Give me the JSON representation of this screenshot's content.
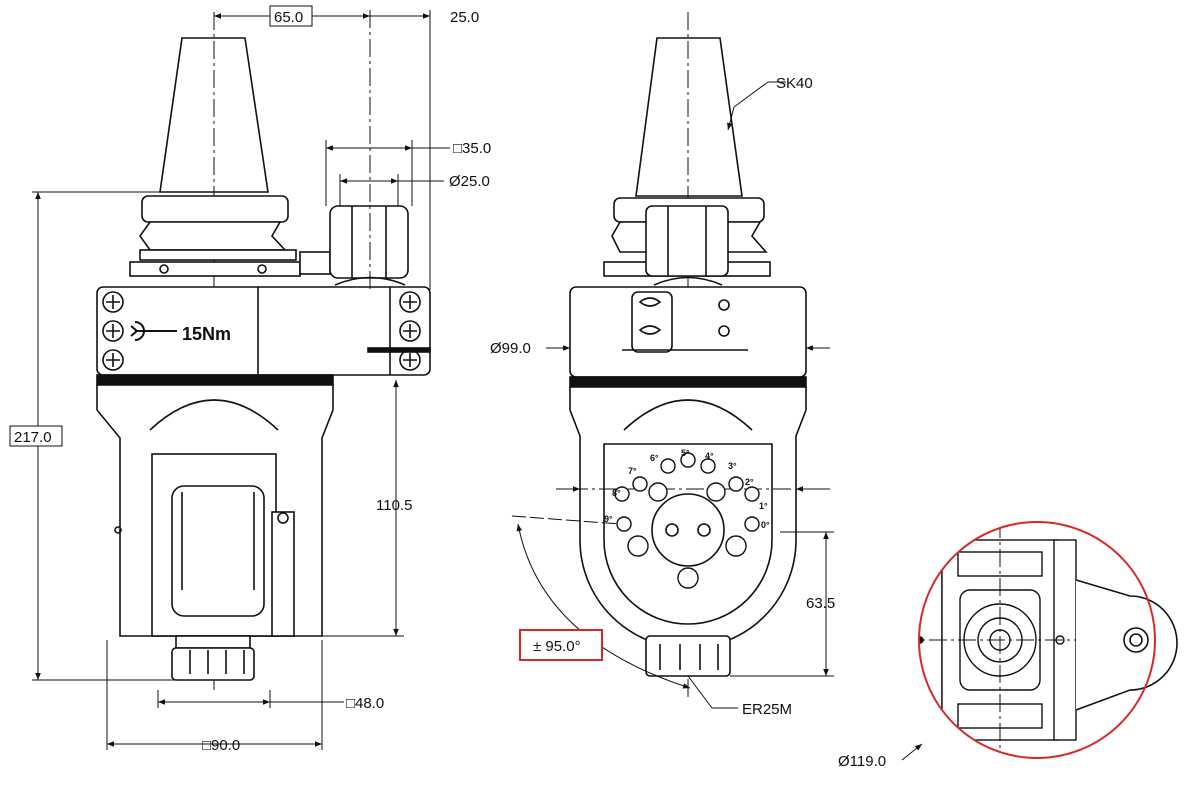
{
  "dimensions": {
    "top_width": "65.0",
    "top_offset": "25.0",
    "drive_square": "□35.0",
    "drive_diameter": "Ø25.0",
    "overall_height": "217.0",
    "lower_height": "110.5",
    "nut_square": "□48.0",
    "body_square": "□90.0",
    "body_diameter": "Ø99.0",
    "taper": "SK40",
    "angle_range": "± 95.0°",
    "spindle_height": "63.5",
    "collet": "ER25M",
    "swing_diameter": "Ø119.0"
  },
  "labels": {
    "torque": "15Nm",
    "angle_marks": [
      "5°",
      "4°",
      "3°",
      "2°",
      "1°",
      "0°",
      "6°",
      "7°",
      "8°",
      "9°"
    ]
  },
  "colors": {
    "line": "#111111",
    "highlight": "#d62828"
  },
  "icons": [
    "wrench-icon"
  ]
}
